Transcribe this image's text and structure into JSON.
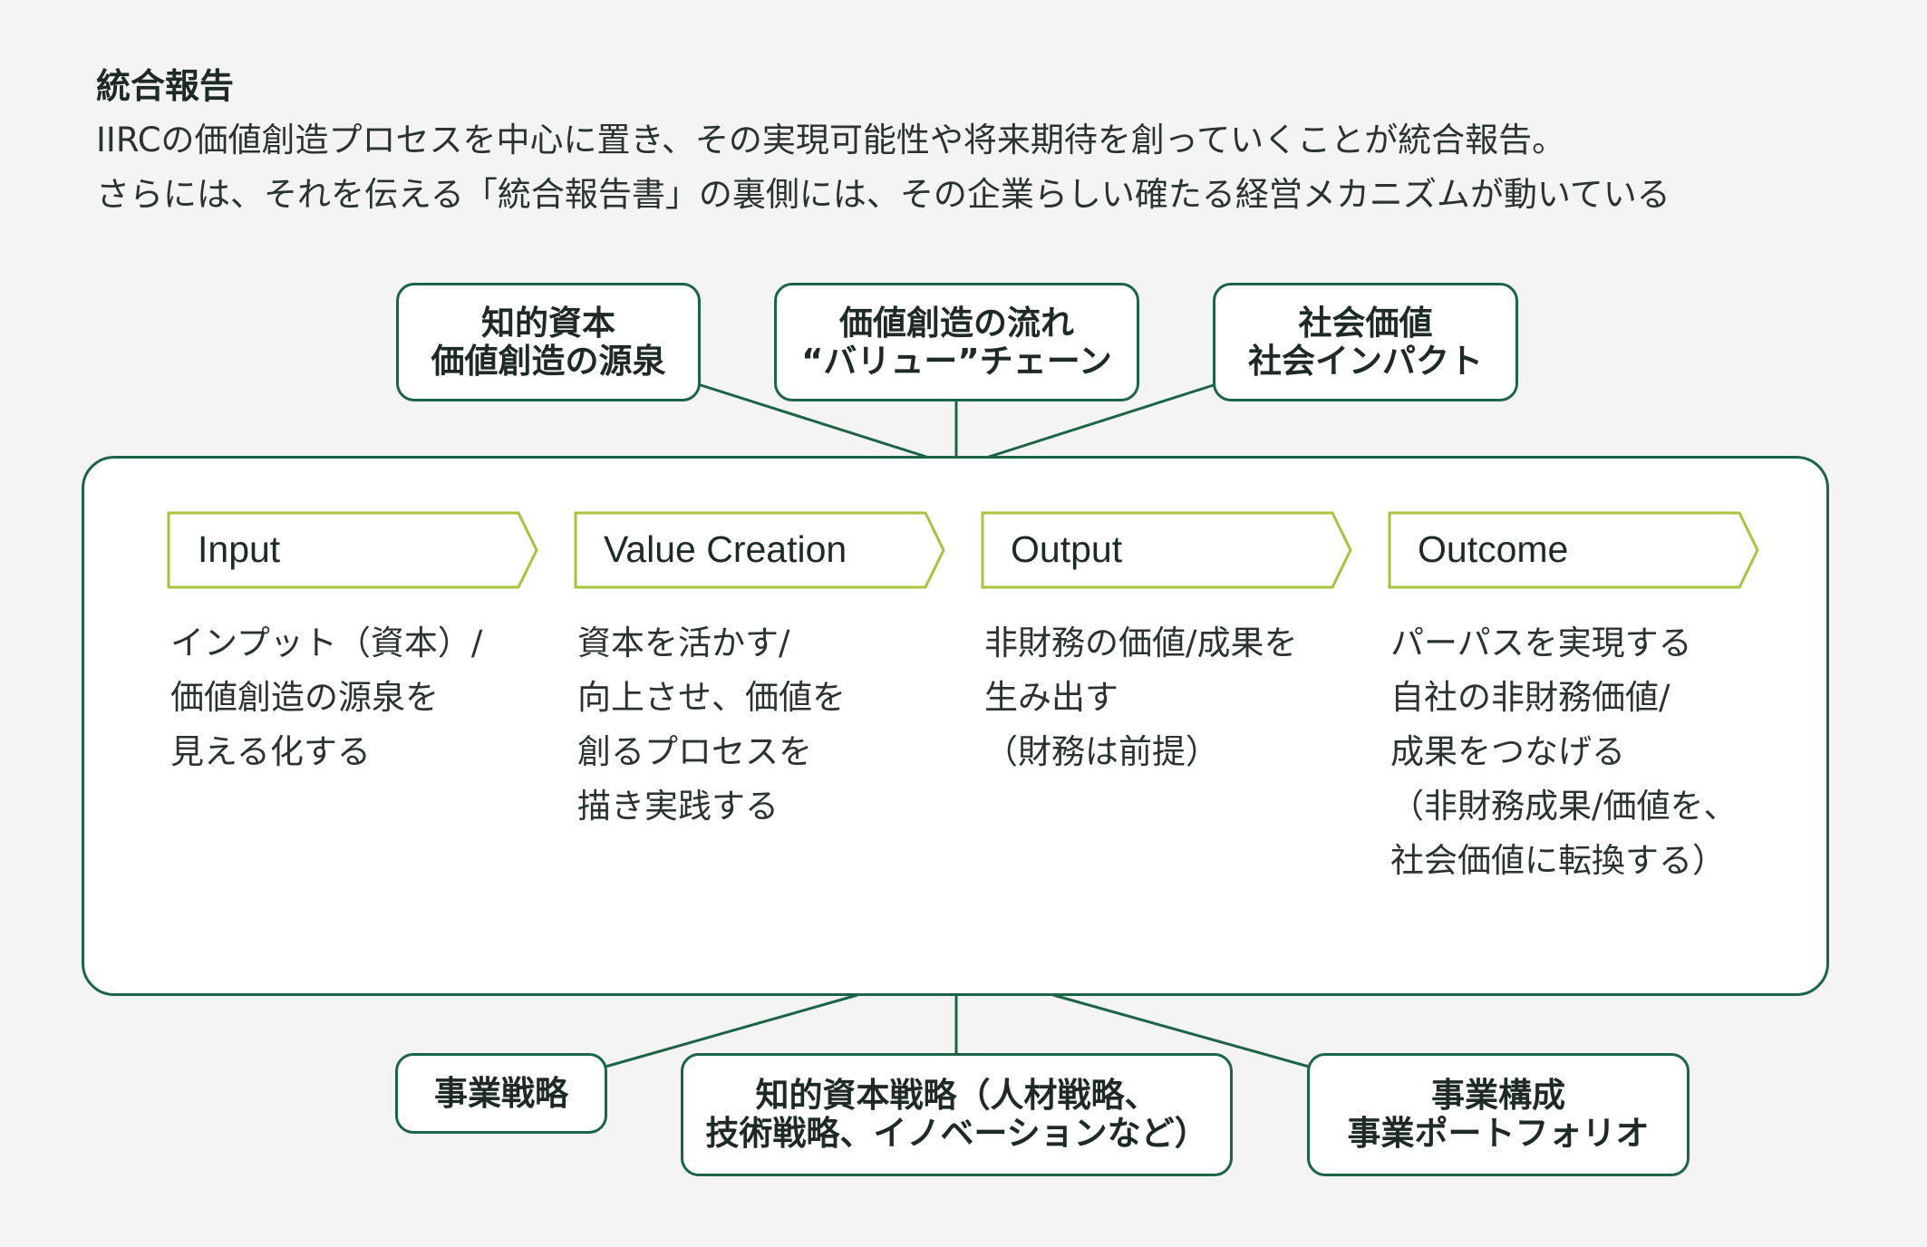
{
  "heading": {
    "title": "統合報告",
    "line1": "IIRCの価値創造プロセスを中心に置き、その実現可能性や将来期待を創っていくことが統合報告。",
    "line2": "さらには、それを伝える「統合報告書」の裏側には、その企業らしい確たる経営メカニズムが動いている"
  },
  "top_callouts": [
    {
      "line1": "知的資本",
      "line2": "価値創造の源泉"
    },
    {
      "line1": "価値創造の流れ",
      "line2": "“バリュー”チェーン"
    },
    {
      "line1": "社会価値",
      "line2": "社会インパクト"
    }
  ],
  "stages": [
    {
      "label": "Input",
      "desc": [
        "インプット（資本）/",
        "価値創造の源泉を",
        "見える化する"
      ]
    },
    {
      "label": "Value Creation",
      "desc": [
        "資本を活かす/",
        "向上させ、価値を",
        "創るプロセスを",
        "描き実践する"
      ]
    },
    {
      "label": "Output",
      "desc": [
        "非財務の価値/成果を",
        "生み出す",
        "（財務は前提）"
      ]
    },
    {
      "label": "Outcome",
      "desc": [
        "パーパスを実現する",
        "自社の非財務価値/",
        "成果をつなげる",
        "（非財務成果/価値を、",
        "社会価値に転換する）"
      ]
    }
  ],
  "bottom_callouts": [
    {
      "line1": "事業戦略"
    },
    {
      "line1": "知的資本戦略（人材戦略、",
      "line2": "技術戦略、イノベーションなど）"
    },
    {
      "line1": "事業構成",
      "line2": "事業ポートフォリオ"
    }
  ],
  "colors": {
    "frame": "#1d6446",
    "arrow": "#a9c23f",
    "background": "#f4f4f5"
  }
}
